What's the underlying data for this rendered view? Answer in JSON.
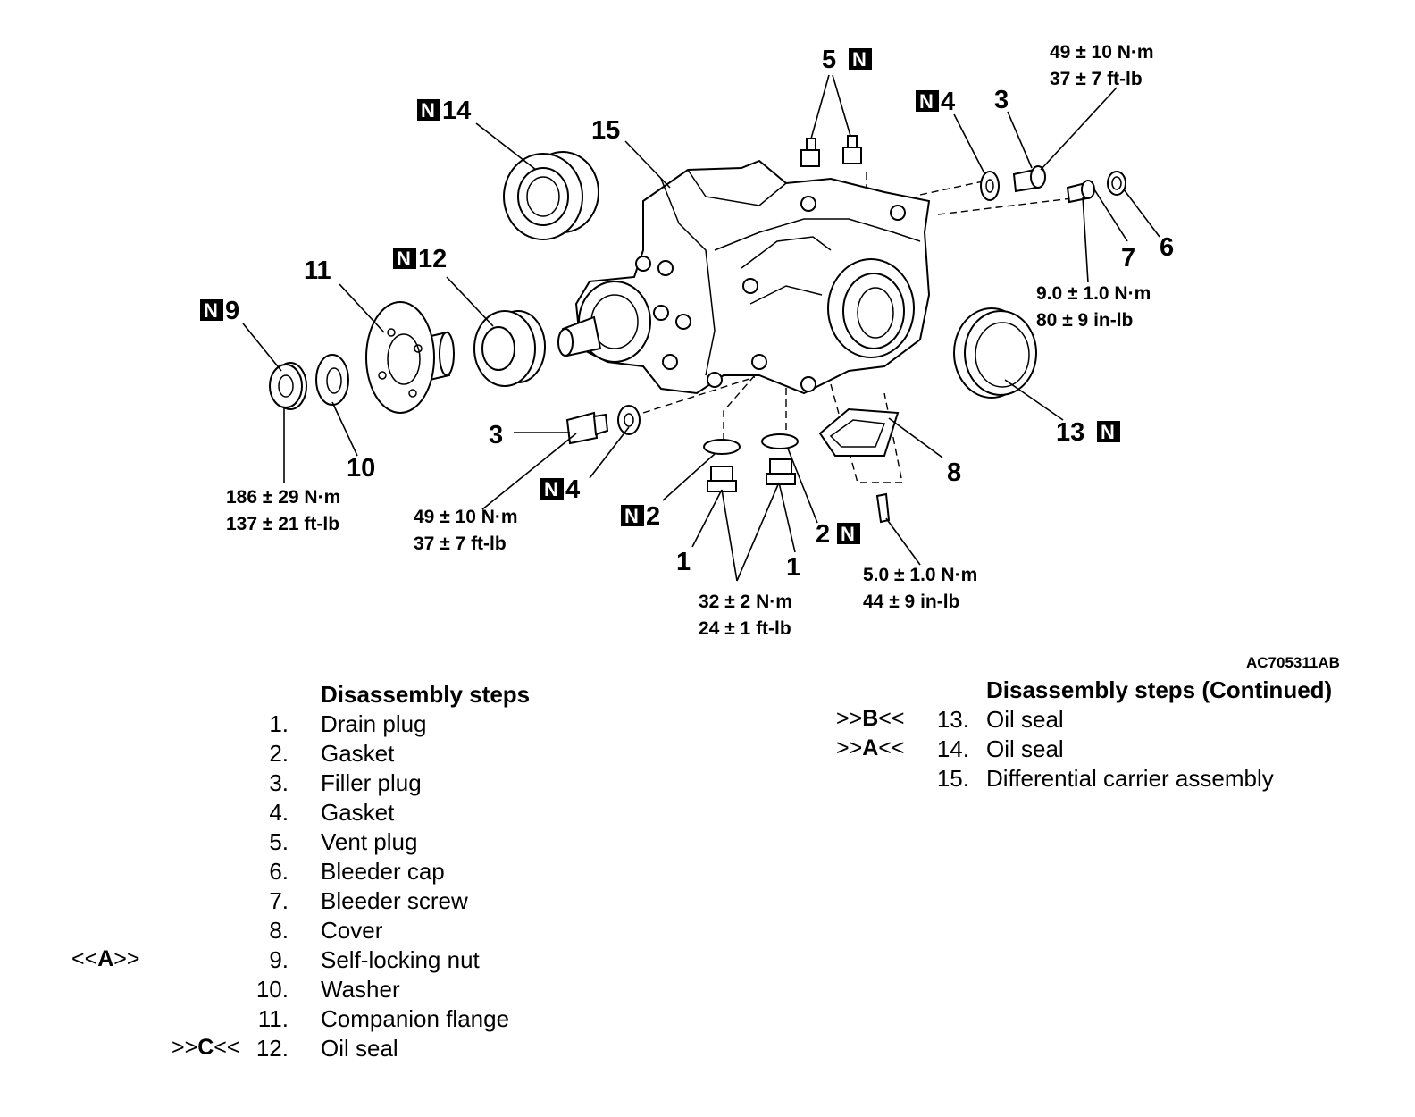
{
  "diagram": {
    "code": "AC705311AB",
    "callouts": {
      "n14": "14",
      "n15": "15",
      "n5": "5",
      "n4_top": "4",
      "n3_top": "3",
      "n6": "6",
      "n7": "7",
      "n11": "11",
      "n12": "12",
      "n9": "9",
      "n10": "10",
      "n3_left": "3",
      "n4_left": "4",
      "n2_left": "2",
      "n2_right": "2",
      "n1_left": "1",
      "n1_right": "1",
      "n8": "8",
      "n13": "13"
    },
    "new_part_marker": "N",
    "torques": {
      "t3_top_nm": "49 ± 10 N·m",
      "t3_top_ft": "37 ± 7 ft-lb",
      "t7_nm": "9.0 ± 1.0 N·m",
      "t7_in": "80 ± 9 in-lb",
      "t9_nm": "186 ± 29 N·m",
      "t9_ft": "137 ± 21 ft-lb",
      "t3_left_nm": "49 ± 10 N·m",
      "t3_left_ft": "37 ± 7 ft-lb",
      "t1_nm": "32 ± 2 N·m",
      "t1_ft": "24 ± 1 ft-lb",
      "t8_nm": "5.0 ± 1.0 N·m",
      "t8_in": "44 ± 9 in-lb"
    }
  },
  "steps_left": {
    "heading": "Disassembly steps",
    "items": [
      {
        "marker": "",
        "num": "1.",
        "label": "Drain plug"
      },
      {
        "marker": "",
        "num": "2.",
        "label": "Gasket"
      },
      {
        "marker": "",
        "num": "3.",
        "label": "Filler plug"
      },
      {
        "marker": "",
        "num": "4.",
        "label": "Gasket"
      },
      {
        "marker": "",
        "num": "5.",
        "label": "Vent plug"
      },
      {
        "marker": "",
        "num": "6.",
        "label": "Bleeder cap"
      },
      {
        "marker": "",
        "num": "7.",
        "label": "Bleeder screw"
      },
      {
        "marker": "",
        "num": "8.",
        "label": "Cover"
      },
      {
        "marker": "<<A>>",
        "num": "9.",
        "label": "Self-locking nut"
      },
      {
        "marker": "",
        "num": "10.",
        "label": "Washer"
      },
      {
        "marker": "",
        "num": "11.",
        "label": "Companion flange"
      },
      {
        "marker": ">>C<<",
        "num": "12.",
        "label": "Oil seal"
      }
    ]
  },
  "steps_right": {
    "heading": "Disassembly steps (Continued)",
    "items": [
      {
        "marker": ">>B<<",
        "num": "13.",
        "label": "Oil seal"
      },
      {
        "marker": ">>A<<",
        "num": "14.",
        "label": "Oil seal"
      },
      {
        "marker": "",
        "num": "15.",
        "label": "Differential carrier assembly"
      }
    ]
  }
}
